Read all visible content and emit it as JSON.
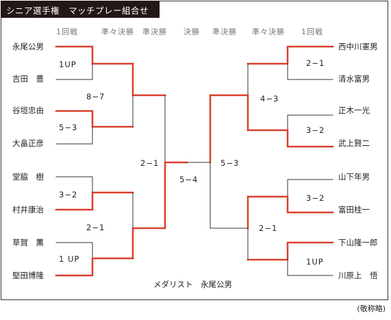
{
  "title": "シニア選手権　マッチプレー組合せ",
  "rounds_left": [
    "1回戦",
    "準々決勝",
    "準決勝",
    "決勝"
  ],
  "rounds_right": [
    "準決勝",
    "準々決勝",
    "1回戦"
  ],
  "left_players": [
    "永尾公男",
    "吉田　豊",
    "谷垣忠由",
    "大畠正彦",
    "堂脇　樹",
    "村井康治",
    "草賀　薫",
    "堅田博隆"
  ],
  "right_players": [
    "西中川憲男",
    "清水富男",
    "正木一光",
    "武上賢二",
    "山下年男",
    "富田桂一",
    "下山隆一郎",
    "川原上　悟"
  ],
  "scores": {
    "l_r1_a": "1UP",
    "l_r1_b": "5−3",
    "l_r1_c": "3−2",
    "l_r1_d": "1 UP",
    "l_qf_a": "8−7",
    "l_qf_b": "2−1",
    "l_sf": "2−1",
    "final": "5−4",
    "r_sf": "5−3",
    "r_qf_a": "4−3",
    "r_qf_b": "2−1",
    "r_r1_a": "2−1",
    "r_r1_b": "3−2",
    "r_r1_c": "3−2",
    "r_r1_d": "1UP"
  },
  "medalist": "メダリスト　永尾公男",
  "note": "(敬称略)",
  "colors": {
    "win_line": "#d9402a",
    "lose_line": "#333333",
    "title_bg": "#231815"
  }
}
